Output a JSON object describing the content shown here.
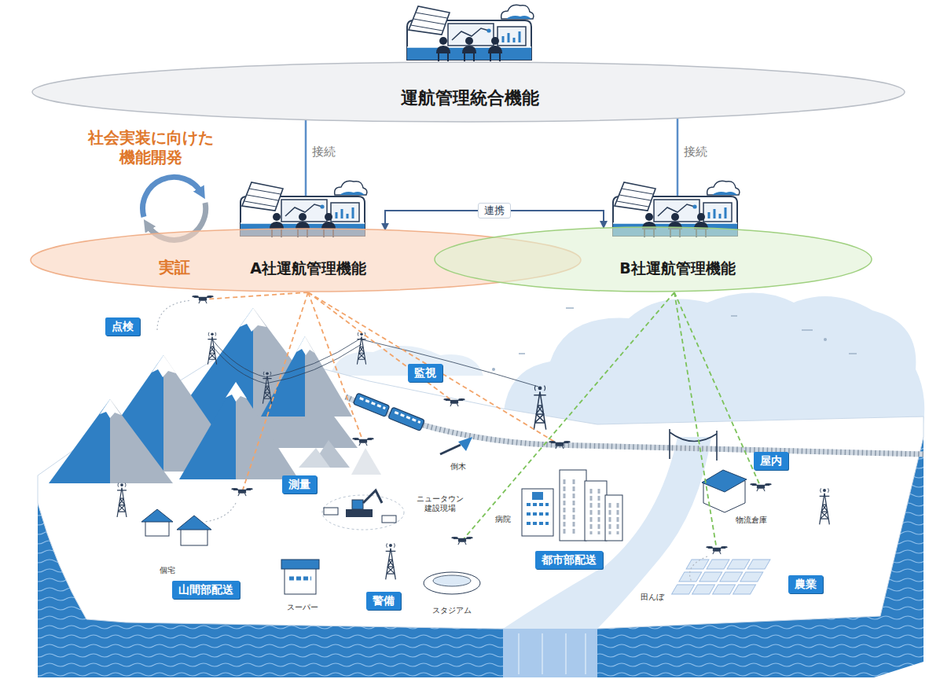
{
  "diagram": {
    "nodes": [
      {
        "text": [
          "運航管理統合機能"
        ]
      },
      {
        "text": [
          "A社運航管理機能"
        ]
      },
      {
        "text": [
          "B社運航管理機能"
        ]
      },
      {
        "text": [
          "点検"
        ]
      },
      {
        "text": [
          "監視"
        ]
      },
      {
        "text": [
          "測量"
        ]
      },
      {
        "text": [
          "山間部配送"
        ]
      },
      {
        "text": [
          "警備"
        ]
      },
      {
        "text": [
          "都市部配送"
        ]
      },
      {
        "text": [
          "屋内"
        ]
      },
      {
        "text": [
          "農業"
        ]
      }
    ],
    "edges": [
      {
        "from": 0,
        "to": 1,
        "arrow": "none",
        "label": "接続"
      },
      {
        "from": 0,
        "to": 2,
        "arrow": "none",
        "label": "接続"
      },
      {
        "from": 1,
        "to": 2,
        "arrow": "both",
        "label": "連携"
      }
    ],
    "labels": [
      "社会実装に向けた機能開発",
      "実証",
      "倒木",
      "ニュータウン 建設現場",
      "病院",
      "個宅",
      "スーパー",
      "スタジアム",
      "物流倉庫",
      "田んぼ"
    ]
  }
}
